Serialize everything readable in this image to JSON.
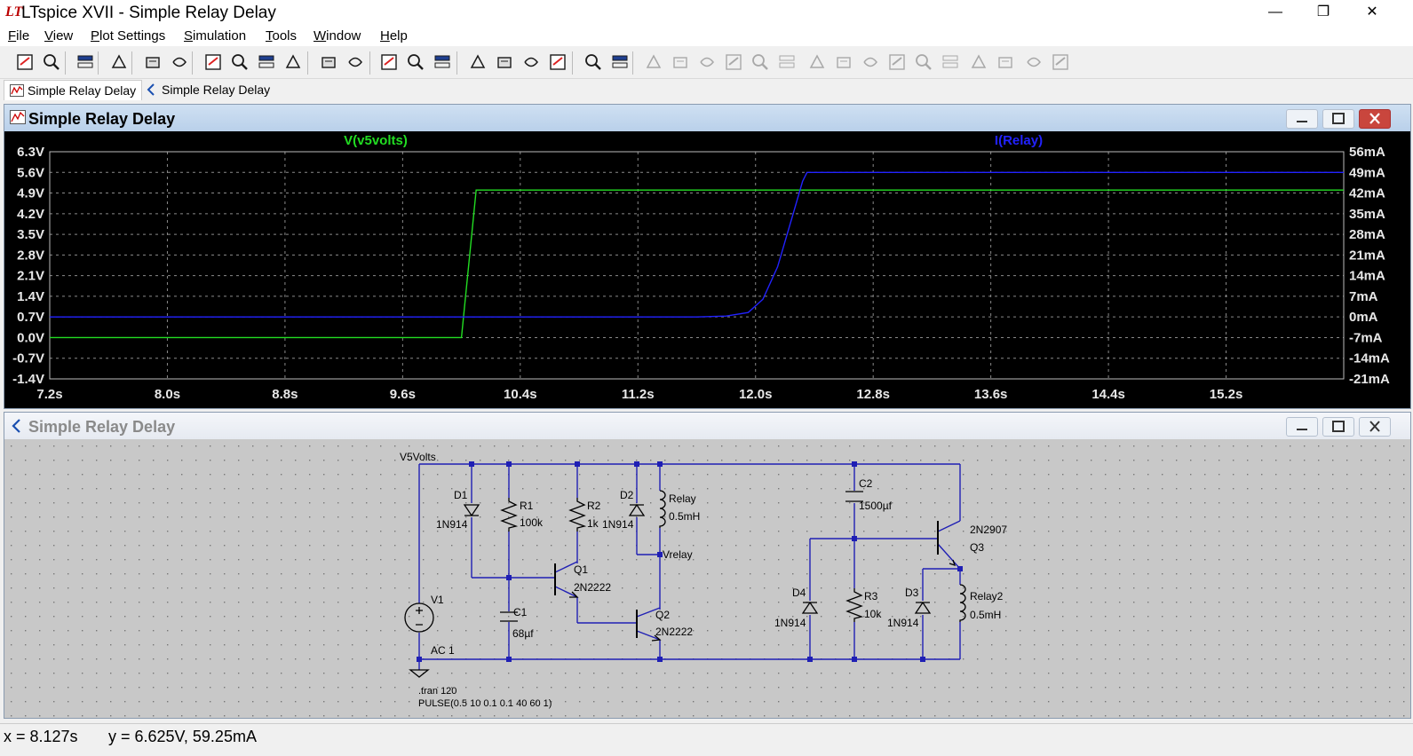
{
  "window": {
    "title": "LTspice XVII - Simple Relay Delay",
    "logo": "LT",
    "controls": {
      "minimize": "—",
      "maximize": "❐",
      "close": "✕"
    }
  },
  "menu": [
    "File",
    "View",
    "Plot Settings",
    "Simulation",
    "Tools",
    "Window",
    "Help"
  ],
  "toolbar_icons": [
    "new-schematic-icon",
    "open-icon",
    "save-icon",
    "control-panel-icon",
    "run-icon",
    "halt-icon",
    "zoom-in-icon",
    "zoom-area-icon",
    "zoom-out-icon",
    "zoom-cancel-icon",
    "autorange-icon",
    "grid-icon",
    "tile-horizontal-icon",
    "cascade-icon",
    "tile-vertical-icon",
    "cut-icon",
    "copy-icon",
    "paste-icon",
    "find-icon",
    "print-icon",
    "print-setup-icon",
    "wire-icon",
    "ground-icon",
    "label-icon",
    "resistor-icon",
    "capacitor-icon",
    "inductor-icon",
    "diode-icon",
    "component-icon",
    "move-icon",
    "drag-icon",
    "undo-icon",
    "redo-icon",
    "rotate-icon",
    "mirror-icon",
    "text-icon",
    "spice-directive-icon"
  ],
  "tabs": [
    {
      "label": "Simple Relay Delay",
      "icon": "waveform-icon"
    },
    {
      "label": "Simple Relay Delay",
      "icon": "schematic-icon"
    }
  ],
  "plot_window": {
    "title": "Simple Relay Delay"
  },
  "schematic_window": {
    "title": "Simple Relay Delay"
  },
  "chart_data": {
    "type": "line",
    "background": "#000000",
    "grid": true,
    "x_axis": {
      "min": 7.2,
      "max": 16.0,
      "ticks": [
        "7.2s",
        "8.0s",
        "8.8s",
        "9.6s",
        "10.4s",
        "11.2s",
        "12.0s",
        "12.8s",
        "13.6s",
        "14.4s",
        "15.2s"
      ]
    },
    "y_left": {
      "min": -1.4,
      "max": 6.3,
      "ticks": [
        "6.3V",
        "5.6V",
        "4.9V",
        "4.2V",
        "3.5V",
        "2.8V",
        "2.1V",
        "1.4V",
        "0.7V",
        "0.0V",
        "-0.7V",
        "-1.4V"
      ]
    },
    "y_right": {
      "min": -21,
      "max": 56,
      "ticks": [
        "56mA",
        "49mA",
        "42mA",
        "35mA",
        "28mA",
        "21mA",
        "14mA",
        "7mA",
        "0mA",
        "-7mA",
        "-14mA",
        "-21mA"
      ]
    },
    "series": [
      {
        "name": "V(v5volts)",
        "axis": "left",
        "color": "#22dd22",
        "points": [
          [
            7.2,
            0.0
          ],
          [
            10.0,
            0.0
          ],
          [
            10.1,
            5.0
          ],
          [
            16.0,
            5.0
          ]
        ]
      },
      {
        "name": "I(Relay)",
        "axis": "right",
        "color": "#2222ff",
        "points": [
          [
            7.2,
            0.0
          ],
          [
            11.6,
            0.0
          ],
          [
            11.8,
            0.3
          ],
          [
            11.95,
            1.5
          ],
          [
            12.05,
            6
          ],
          [
            12.15,
            17
          ],
          [
            12.25,
            34
          ],
          [
            12.32,
            46
          ],
          [
            12.35,
            49
          ],
          [
            16.0,
            49
          ]
        ]
      }
    ]
  },
  "schematic": {
    "labels": {
      "net_top": "V5Volts",
      "d1": "D1",
      "d1_model": "1N914",
      "r1": "R1",
      "r1_value": "100k",
      "r2": "R2",
      "r2_value": "1k",
      "d2": "D2",
      "d2_model": "1N914",
      "relay": "Relay",
      "relay_value": "0.5mH",
      "net_vrelay": "Vrelay",
      "q1": "Q1",
      "q1_model": "2N2222",
      "q2": "Q2",
      "q2_model": "2N2222",
      "c1": "C1",
      "c1_value": "68µf",
      "v1": "V1",
      "v1_value": "AC 1",
      "c2": "C2",
      "c2_value": "1500µf",
      "q3_model": "2N2907",
      "q3": "Q3",
      "d4": "D4",
      "d4_model": "1N914",
      "r3": "R3",
      "r3_value": "10k",
      "d3": "D3",
      "d3_model": "1N914",
      "relay2": "Relay2",
      "relay2_value": "0.5mH",
      "directive_tran": ".tran 120",
      "directive_pulse": "PULSE(0.5 10 0.1 0.1 40 60 1)"
    }
  },
  "status": {
    "x_readout": "x = 8.127s",
    "y_readout": "y = 6.625V, 59.25mA"
  }
}
